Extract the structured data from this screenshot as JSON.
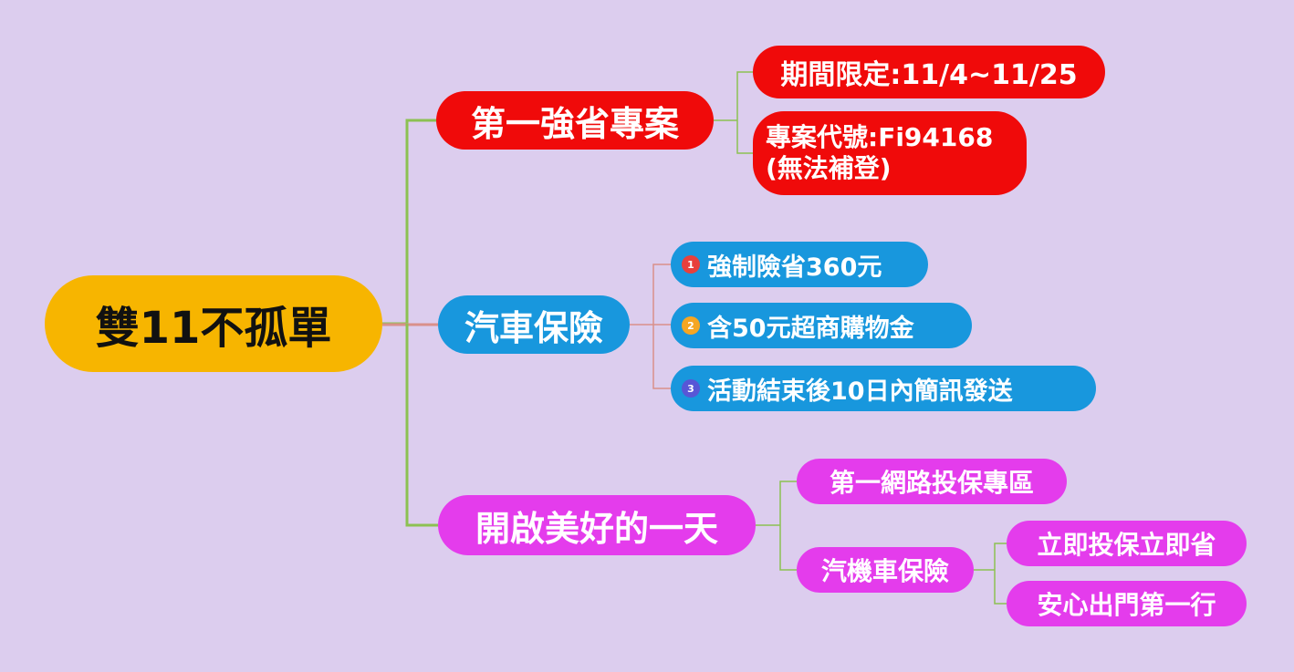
{
  "root": {
    "label": "雙11不孤單",
    "color": "#f7b500"
  },
  "branches": [
    {
      "label": "第一強省專案",
      "color": "#f00a0a",
      "link_color": "#8cc152",
      "children": [
        {
          "label": "期間限定:11/4~11/25"
        },
        {
          "line1": "專案代號:Fi94168",
          "line2": "(無法補登)"
        }
      ]
    },
    {
      "label": "汽車保險",
      "color": "#1897dd",
      "link_color": "#d9908a",
      "children": [
        {
          "badge": "1",
          "badge_color": "#e8403c",
          "label": "強制險省360元"
        },
        {
          "badge": "2",
          "badge_color": "#f5a623",
          "label": "含50元超商購物金"
        },
        {
          "badge": "3",
          "badge_color": "#5856d6",
          "label": "活動結束後10日內簡訊發送"
        }
      ]
    },
    {
      "label": "開啟美好的一天",
      "color": "#e43cec",
      "link_color": "#8cc152",
      "children": [
        {
          "label": "第一網路投保專區"
        },
        {
          "label": "汽機車保險",
          "children": [
            {
              "label": "立即投保立即省"
            },
            {
              "label": "安心出門第一行"
            }
          ]
        }
      ]
    }
  ]
}
